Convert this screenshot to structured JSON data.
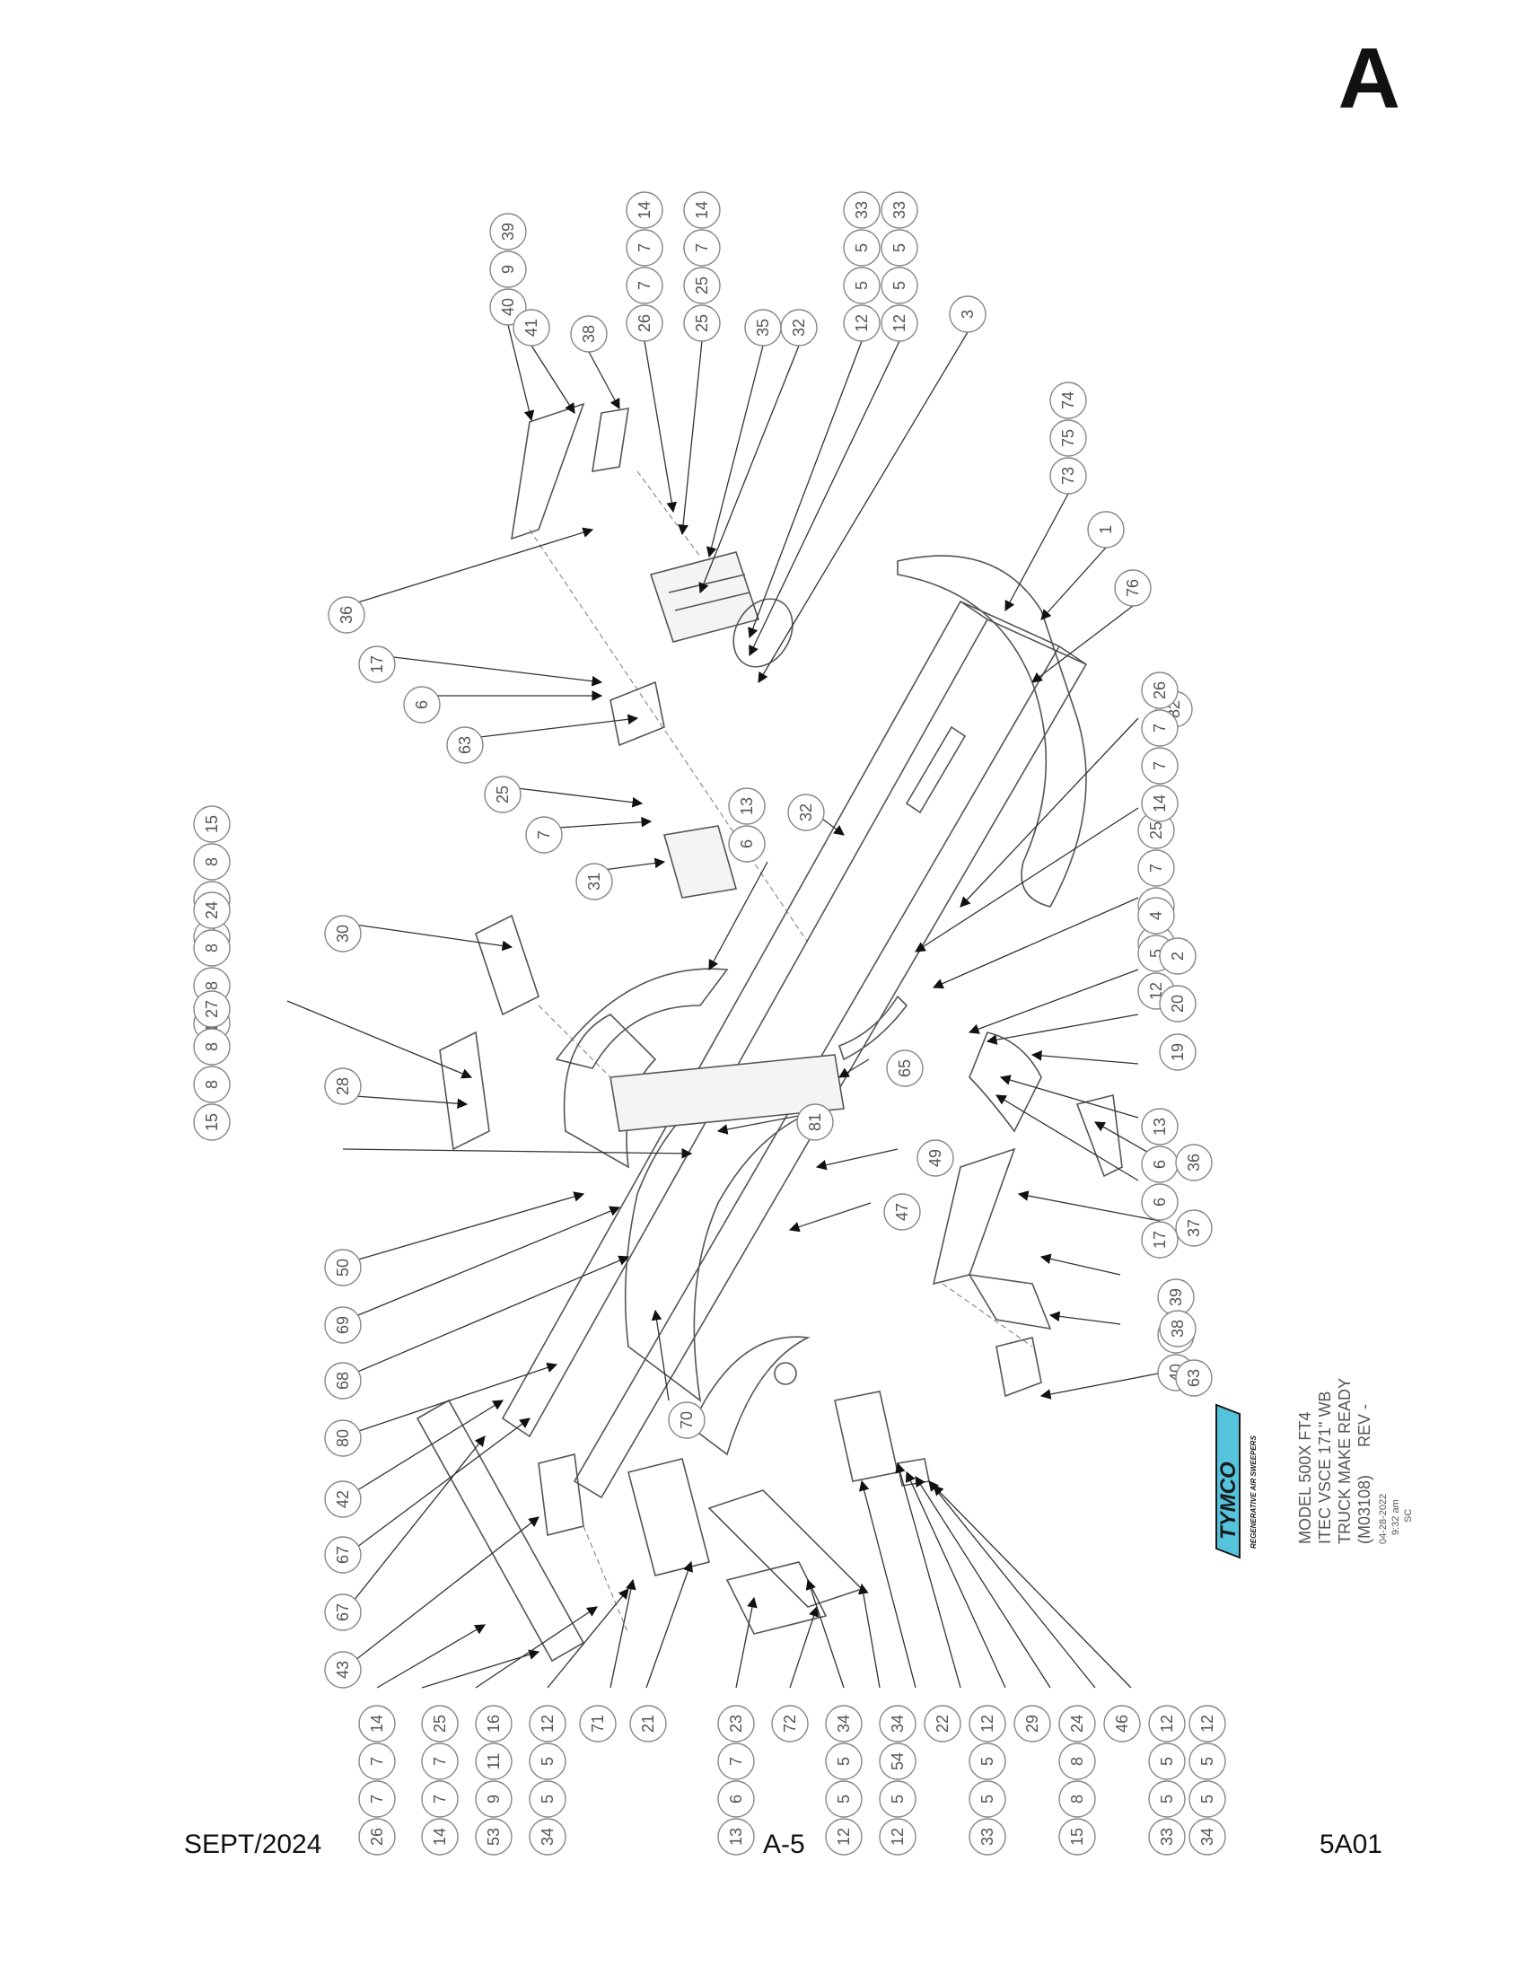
{
  "page": {
    "section_letter": "A",
    "footer": {
      "date": "SEPT/2024",
      "page_number": "A-5",
      "doc_code": "5A01"
    }
  },
  "title_block": {
    "logo_text": "TYMCO",
    "logo_tagline": "REGENERATIVE AIR SWEEPERS",
    "logo_color": "#56c3dd",
    "lines": [
      "MODEL 500X FT4",
      "ITEC VSCE 171\" WB",
      "TRUCK MAKE READY"
    ],
    "drawing_number": "(M03108)",
    "rev_label": "REV -",
    "rev_date": "04-28-2022",
    "rev_time": "9:32 am",
    "rev_initials": "SC"
  },
  "callouts": [
    {
      "id": "c1",
      "nums": [
        "40",
        "9",
        "39"
      ]
    },
    {
      "id": "c2",
      "nums": [
        "41"
      ]
    },
    {
      "id": "c3",
      "nums": [
        "38"
      ]
    },
    {
      "id": "c4",
      "nums": [
        "26",
        "7",
        "7",
        "14"
      ]
    },
    {
      "id": "c5",
      "nums": [
        "25",
        "25",
        "7",
        "14"
      ]
    },
    {
      "id": "c6",
      "nums": [
        "35"
      ]
    },
    {
      "id": "c7",
      "nums": [
        "32"
      ]
    },
    {
      "id": "c8",
      "nums": [
        "12",
        "5",
        "5",
        "33"
      ]
    },
    {
      "id": "c9",
      "nums": [
        "12",
        "5",
        "5",
        "33"
      ]
    },
    {
      "id": "c10",
      "nums": [
        "3"
      ]
    },
    {
      "id": "c11",
      "nums": [
        "73",
        "75",
        "74"
      ]
    },
    {
      "id": "c12",
      "nums": [
        "1"
      ]
    },
    {
      "id": "c13",
      "nums": [
        "76"
      ]
    },
    {
      "id": "c14",
      "nums": [
        "36"
      ]
    },
    {
      "id": "c15",
      "nums": [
        "17"
      ]
    },
    {
      "id": "c16",
      "nums": [
        "6"
      ]
    },
    {
      "id": "c17",
      "nums": [
        "63"
      ]
    },
    {
      "id": "c18",
      "nums": [
        "32"
      ]
    },
    {
      "id": "c19",
      "nums": [
        "25"
      ]
    },
    {
      "id": "c20",
      "nums": [
        "7"
      ]
    },
    {
      "id": "c21",
      "nums": [
        "6",
        "13"
      ]
    },
    {
      "id": "c22",
      "nums": [
        "31"
      ]
    },
    {
      "id": "c23",
      "nums": [
        "82"
      ]
    },
    {
      "id": "c24",
      "nums": [
        "25",
        "7",
        "7",
        "14"
      ]
    },
    {
      "id": "c25",
      "nums": [
        "14",
        "7",
        "7",
        "26"
      ]
    },
    {
      "id": "c26",
      "nums": [
        "4",
        "5",
        "12"
      ]
    },
    {
      "id": "c27",
      "nums": [
        "2"
      ]
    },
    {
      "id": "c28",
      "nums": [
        "20"
      ]
    },
    {
      "id": "c29",
      "nums": [
        "19"
      ]
    },
    {
      "id": "c30",
      "nums": [
        "13",
        "6",
        "6",
        "17"
      ]
    },
    {
      "id": "c31",
      "nums": [
        "30"
      ]
    },
    {
      "id": "c32",
      "nums": [
        "24",
        "8",
        "8",
        "15"
      ]
    },
    {
      "id": "c33",
      "nums": [
        "15",
        "8",
        "8",
        "24"
      ]
    },
    {
      "id": "c34",
      "nums": [
        "28"
      ]
    },
    {
      "id": "c35",
      "nums": [
        "15",
        "8",
        "8",
        "27"
      ]
    },
    {
      "id": "c36",
      "nums": [
        "65"
      ]
    },
    {
      "id": "c37",
      "nums": [
        "81"
      ]
    },
    {
      "id": "c38",
      "nums": [
        "49"
      ]
    },
    {
      "id": "c39",
      "nums": [
        "36"
      ]
    },
    {
      "id": "c40",
      "nums": [
        "47"
      ]
    },
    {
      "id": "c41",
      "nums": [
        "37"
      ]
    },
    {
      "id": "c42",
      "nums": [
        "39",
        "9",
        "40"
      ]
    },
    {
      "id": "c43",
      "nums": [
        "38"
      ]
    },
    {
      "id": "c44",
      "nums": [
        "50"
      ]
    },
    {
      "id": "c45",
      "nums": [
        "69"
      ]
    },
    {
      "id": "c46",
      "nums": [
        "68"
      ]
    },
    {
      "id": "c47",
      "nums": [
        "63"
      ]
    },
    {
      "id": "c48",
      "nums": [
        "70"
      ]
    },
    {
      "id": "c49",
      "nums": [
        "80"
      ]
    },
    {
      "id": "c50",
      "nums": [
        "42"
      ]
    },
    {
      "id": "c51",
      "nums": [
        "67"
      ]
    },
    {
      "id": "c52",
      "nums": [
        "67"
      ]
    },
    {
      "id": "c53",
      "nums": [
        "43"
      ]
    },
    {
      "id": "c54",
      "nums": [
        "14",
        "7",
        "7",
        "26"
      ]
    },
    {
      "id": "c55",
      "nums": [
        "25",
        "7",
        "7",
        "14"
      ]
    },
    {
      "id": "c56",
      "nums": [
        "16",
        "11",
        "9",
        "53"
      ]
    },
    {
      "id": "c57",
      "nums": [
        "12",
        "5",
        "5",
        "34"
      ]
    },
    {
      "id": "c58",
      "nums": [
        "71"
      ]
    },
    {
      "id": "c59",
      "nums": [
        "21"
      ]
    },
    {
      "id": "c60",
      "nums": [
        "23",
        "7",
        "6",
        "13"
      ]
    },
    {
      "id": "c61",
      "nums": [
        "72"
      ]
    },
    {
      "id": "c62",
      "nums": [
        "34",
        "5",
        "5",
        "12"
      ]
    },
    {
      "id": "c63",
      "nums": [
        "34",
        "54",
        "5",
        "12"
      ]
    },
    {
      "id": "c64",
      "nums": [
        "22"
      ]
    },
    {
      "id": "c65",
      "nums": [
        "12",
        "5",
        "5",
        "33"
      ]
    },
    {
      "id": "c66",
      "nums": [
        "29"
      ]
    },
    {
      "id": "c67",
      "nums": [
        "24",
        "8",
        "8",
        "15"
      ]
    },
    {
      "id": "c68",
      "nums": [
        "46"
      ]
    },
    {
      "id": "c69",
      "nums": [
        "12",
        "5",
        "5",
        "33"
      ]
    },
    {
      "id": "c70",
      "nums": [
        "12",
        "5",
        "5",
        "34"
      ]
    }
  ]
}
